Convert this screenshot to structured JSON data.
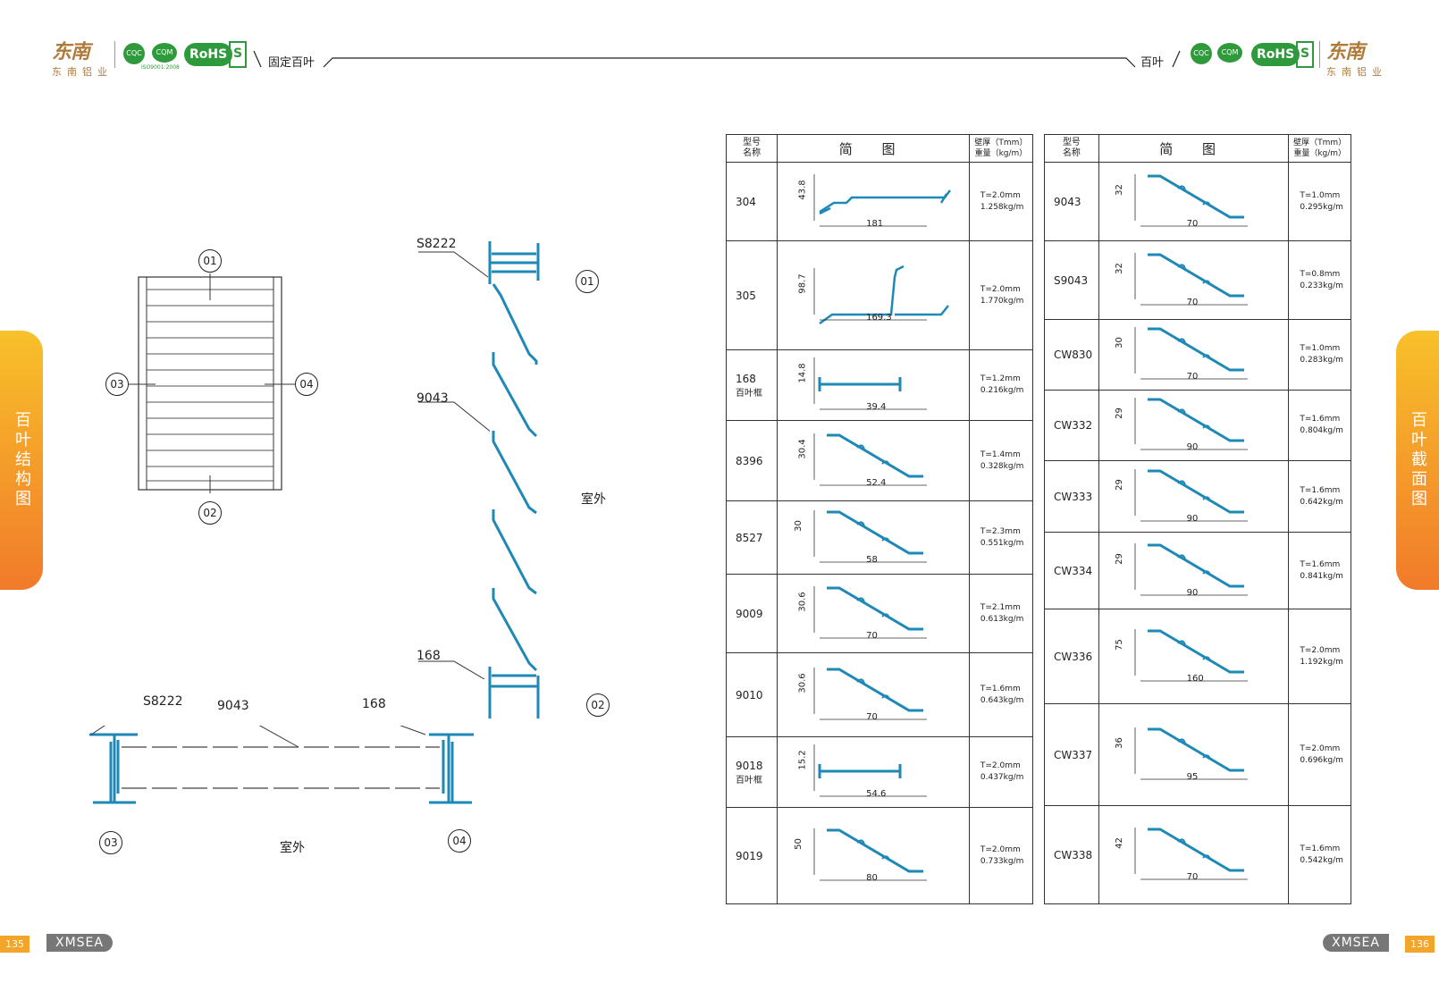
{
  "header": {
    "left_logo_mark": "东南",
    "left_logo_sub": "东南铝业",
    "left_iso_text": "ISO9001:2008",
    "rohs_label": "RoHS",
    "left_title": "固定百叶",
    "right_title": "百叶",
    "right_logo_mark": "东南",
    "right_logo_sub": "东南铝业"
  },
  "side_tabs": {
    "left": "百叶结构图",
    "right": "百叶截面图"
  },
  "footer": {
    "left_page": "135",
    "left_brand": "XMSEA",
    "right_brand": "XMSEA",
    "right_page": "136"
  },
  "structure": {
    "markers": [
      "01",
      "02",
      "03",
      "04"
    ],
    "labels": {
      "s8222": "S8222",
      "p9043": "9043",
      "p168": "168",
      "outside": "室外"
    }
  },
  "table_header": {
    "model_line1": "型号",
    "model_line2": "名称",
    "figure": "简 图",
    "spec_line1": "壁厚（Tmm）",
    "spec_line2": "重量（kg/m）"
  },
  "left_table": [
    {
      "model": "304",
      "sub": "",
      "t": "T=2.0mm",
      "w": "1.258kg/m",
      "h": "43.8",
      "l": "181"
    },
    {
      "model": "305",
      "sub": "",
      "t": "T=2.0mm",
      "w": "1.770kg/m",
      "h": "98.7",
      "l": "169.3"
    },
    {
      "model": "168",
      "sub": "百叶框",
      "t": "T=1.2mm",
      "w": "0.216kg/m",
      "h": "14.8",
      "l": "39.4"
    },
    {
      "model": "8396",
      "sub": "",
      "t": "T=1.4mm",
      "w": "0.328kg/m",
      "h": "30.4",
      "l": "52.4"
    },
    {
      "model": "8527",
      "sub": "",
      "t": "T=2.3mm",
      "w": "0.551kg/m",
      "h": "30",
      "l": "58"
    },
    {
      "model": "9009",
      "sub": "",
      "t": "T=2.1mm",
      "w": "0.613kg/m",
      "h": "30.6",
      "l": "70"
    },
    {
      "model": "9010",
      "sub": "",
      "t": "T=1.6mm",
      "w": "0.643kg/m",
      "h": "30.6",
      "l": "70"
    },
    {
      "model": "9018",
      "sub": "百叶框",
      "t": "T=2.0mm",
      "w": "0.437kg/m",
      "h": "15.2",
      "l": "54.6"
    },
    {
      "model": "9019",
      "sub": "",
      "t": "T=2.0mm",
      "w": "0.733kg/m",
      "h": "50",
      "l": "80"
    }
  ],
  "right_table": [
    {
      "model": "9043",
      "t": "T=1.0mm",
      "w": "0.295kg/m",
      "h": "32",
      "l": "70"
    },
    {
      "model": "S9043",
      "t": "T=0.8mm",
      "w": "0.233kg/m",
      "h": "32",
      "l": "70"
    },
    {
      "model": "CW830",
      "t": "T=1.0mm",
      "w": "0.283kg/m",
      "h": "30",
      "l": "70"
    },
    {
      "model": "CW332",
      "t": "T=1.6mm",
      "w": "0.804kg/m",
      "h": "29",
      "l": "90"
    },
    {
      "model": "CW333",
      "t": "T=1.6mm",
      "w": "0.642kg/m",
      "h": "29",
      "l": "90"
    },
    {
      "model": "CW334",
      "t": "T=1.6mm",
      "w": "0.841kg/m",
      "h": "29",
      "l": "90"
    },
    {
      "model": "CW336",
      "t": "T=2.0mm",
      "w": "1.192kg/m",
      "h": "75",
      "l": "160"
    },
    {
      "model": "CW337",
      "t": "T=2.0mm",
      "w": "0.696kg/m",
      "h": "36",
      "l": "95"
    },
    {
      "model": "CW338",
      "t": "T=1.6mm",
      "w": "0.542kg/m",
      "h": "42",
      "l": "70"
    }
  ]
}
